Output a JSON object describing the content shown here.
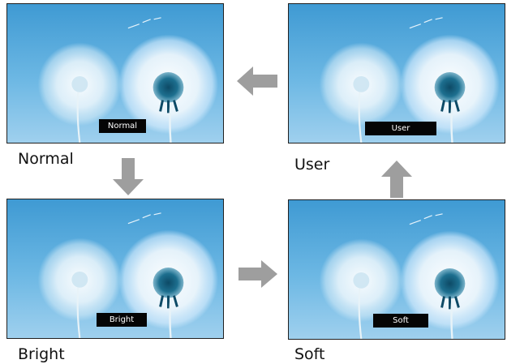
{
  "panels": [
    {
      "id": "normal",
      "overlay_label": "Normal",
      "caption": "Normal"
    },
    {
      "id": "user",
      "overlay_label": "User",
      "caption": "User"
    },
    {
      "id": "bright",
      "overlay_label": "Bright",
      "caption": "Bright"
    },
    {
      "id": "soft",
      "overlay_label": "Soft",
      "caption": "Soft"
    }
  ],
  "arrows": [
    {
      "from": "normal",
      "to": "bright",
      "direction": "down"
    },
    {
      "from": "bright",
      "to": "soft",
      "direction": "right"
    },
    {
      "from": "soft",
      "to": "user",
      "direction": "up"
    },
    {
      "from": "user",
      "to": "normal",
      "direction": "left"
    }
  ],
  "colors": {
    "sky": "#4fa6d8",
    "sky_light": "#a9d6f0",
    "arrow": "#9e9e9e",
    "label_box": "#050505"
  }
}
